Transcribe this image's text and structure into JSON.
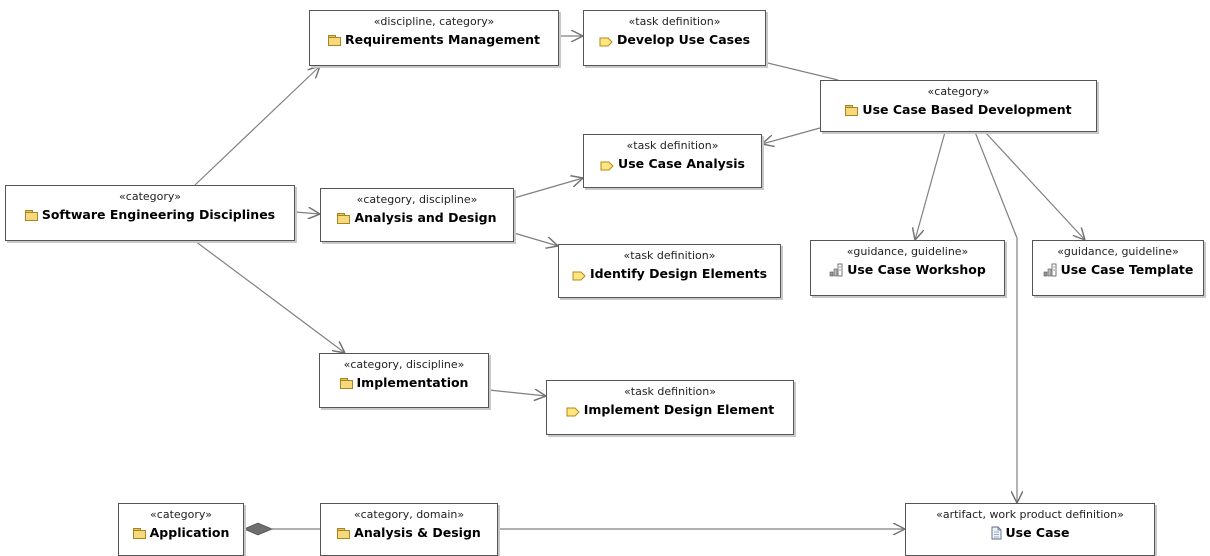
{
  "nodes": {
    "req_mgmt": {
      "stereotype": "«discipline, category»",
      "label": "Requirements Management",
      "icon": "folder-icon"
    },
    "develop_uc": {
      "stereotype": "«task definition»",
      "label": "Develop Use Cases",
      "icon": "task-icon"
    },
    "uc_based_dev": {
      "stereotype": "«category»",
      "label": "Use Case Based Development",
      "icon": "folder-icon"
    },
    "uc_analysis": {
      "stereotype": "«task definition»",
      "label": "Use Case Analysis",
      "icon": "task-icon"
    },
    "sw_eng_disc": {
      "stereotype": "«category»",
      "label": "Software Engineering Disciplines",
      "icon": "folder-icon"
    },
    "analysis_design": {
      "stereotype": "«category, discipline»",
      "label": "Analysis and Design",
      "icon": "folder-icon"
    },
    "identify_de": {
      "stereotype": "«task definition»",
      "label": "Identify Design Elements",
      "icon": "task-icon"
    },
    "uc_workshop": {
      "stereotype": "«guidance, guideline»",
      "label": "Use Case Workshop",
      "icon": "guideline-icon"
    },
    "uc_template": {
      "stereotype": "«guidance, guideline»",
      "label": "Use Case Template",
      "icon": "guideline-icon"
    },
    "implementation": {
      "stereotype": "«category, discipline»",
      "label": "Implementation",
      "icon": "folder-icon"
    },
    "implement_de": {
      "stereotype": "«task definition»",
      "label": "Implement Design Element",
      "icon": "task-icon"
    },
    "application": {
      "stereotype": "«category»",
      "label": "Application",
      "icon": "folder-icon"
    },
    "analysis_amp": {
      "stereotype": "«category, domain»",
      "label": "Analysis & Design",
      "icon": "folder-icon"
    },
    "use_case": {
      "stereotype": "«artifact, work product definition»",
      "label": "Use Case",
      "icon": "document-icon"
    }
  },
  "edges": [
    {
      "from": "sw_eng_disc",
      "to": "req_mgmt",
      "kind": "arrow"
    },
    {
      "from": "sw_eng_disc",
      "to": "analysis_design",
      "kind": "arrow"
    },
    {
      "from": "sw_eng_disc",
      "to": "implementation",
      "kind": "arrow"
    },
    {
      "from": "req_mgmt",
      "to": "develop_uc",
      "kind": "arrow"
    },
    {
      "from": "analysis_design",
      "to": "uc_analysis",
      "kind": "arrow"
    },
    {
      "from": "analysis_design",
      "to": "identify_de",
      "kind": "arrow"
    },
    {
      "from": "implementation",
      "to": "implement_de",
      "kind": "arrow"
    },
    {
      "from": "uc_based_dev",
      "to": "develop_uc",
      "kind": "arrow"
    },
    {
      "from": "uc_based_dev",
      "to": "uc_analysis",
      "kind": "arrow"
    },
    {
      "from": "uc_based_dev",
      "to": "uc_workshop",
      "kind": "arrow"
    },
    {
      "from": "uc_based_dev",
      "to": "uc_template",
      "kind": "arrow"
    },
    {
      "from": "uc_based_dev",
      "to": "use_case",
      "kind": "arrow"
    },
    {
      "from": "application",
      "to": "analysis_amp",
      "kind": "composition"
    },
    {
      "from": "analysis_amp",
      "to": "use_case",
      "kind": "arrow"
    }
  ],
  "colors": {
    "border": "#555555",
    "edge": "#808080",
    "shadow": "#c8c8c8",
    "folder": "#f6d97a",
    "task": "#ffe680"
  }
}
